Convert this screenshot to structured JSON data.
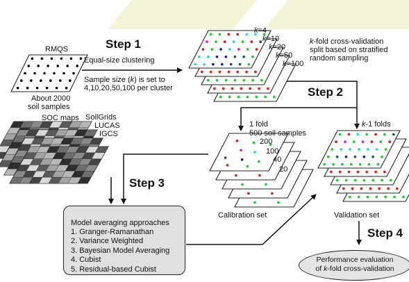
{
  "steps": {
    "step1": "Step 1",
    "step2": "Step 2",
    "step3": "Step 3",
    "step4": "Step 4"
  },
  "rmqs": {
    "title": "RMQS",
    "caption_line1": "About 2000",
    "caption_line2": "soil samples"
  },
  "clustering": {
    "line1": "Equal-size clustering",
    "line2_prefix": "Sample size (",
    "line2_var": "k",
    "line2_suffix": ") is set to",
    "line3": "4,10,20,50,100 per cluster"
  },
  "k_stack": {
    "labels": [
      {
        "var": "k",
        "text": "=4"
      },
      {
        "var": "k",
        "text": "=10"
      },
      {
        "var": "k",
        "text": "=20"
      },
      {
        "var": "k",
        "text": "=50"
      },
      {
        "var": "k",
        "text": "=100"
      }
    ]
  },
  "cv_text": {
    "line1_var": "k",
    "line1_suffix": "-fold cross-validation",
    "line2": "split based on stratified",
    "line3": "random sampling"
  },
  "fold_labels": {
    "one_fold": "1 fold",
    "k_minus_var": "k",
    "k_minus_suffix": "-1 folds"
  },
  "soc_maps": {
    "title": "SOC maps",
    "sources": [
      "SoilGrids",
      "LUCAS",
      "IGCS"
    ]
  },
  "calibration": {
    "sample_labels": [
      "500 soil samples",
      "200",
      "100",
      "40",
      "20"
    ],
    "caption": "Calibration set"
  },
  "validation": {
    "caption": "Validation set"
  },
  "models": {
    "title": "Model averaging approaches",
    "items": [
      "1. Granger-Ramanathan",
      "2. Variance Weighted",
      "3. Bayesian Model Averaging",
      "4. Cubist",
      "5. Residual-based Cubist"
    ]
  },
  "performance": {
    "line1": "Performance evaluation",
    "line2_prefix": "of ",
    "line2_var": "k",
    "line2_suffix": "-fold cross-validation"
  },
  "colors": {
    "banner": "#f3f3d6",
    "red": "#e02020",
    "green": "#22cc33",
    "blue": "#1a22b5",
    "cyan": "#20d8e8",
    "magenta": "#e020e0",
    "dark_teal": "#1f5b5a"
  }
}
